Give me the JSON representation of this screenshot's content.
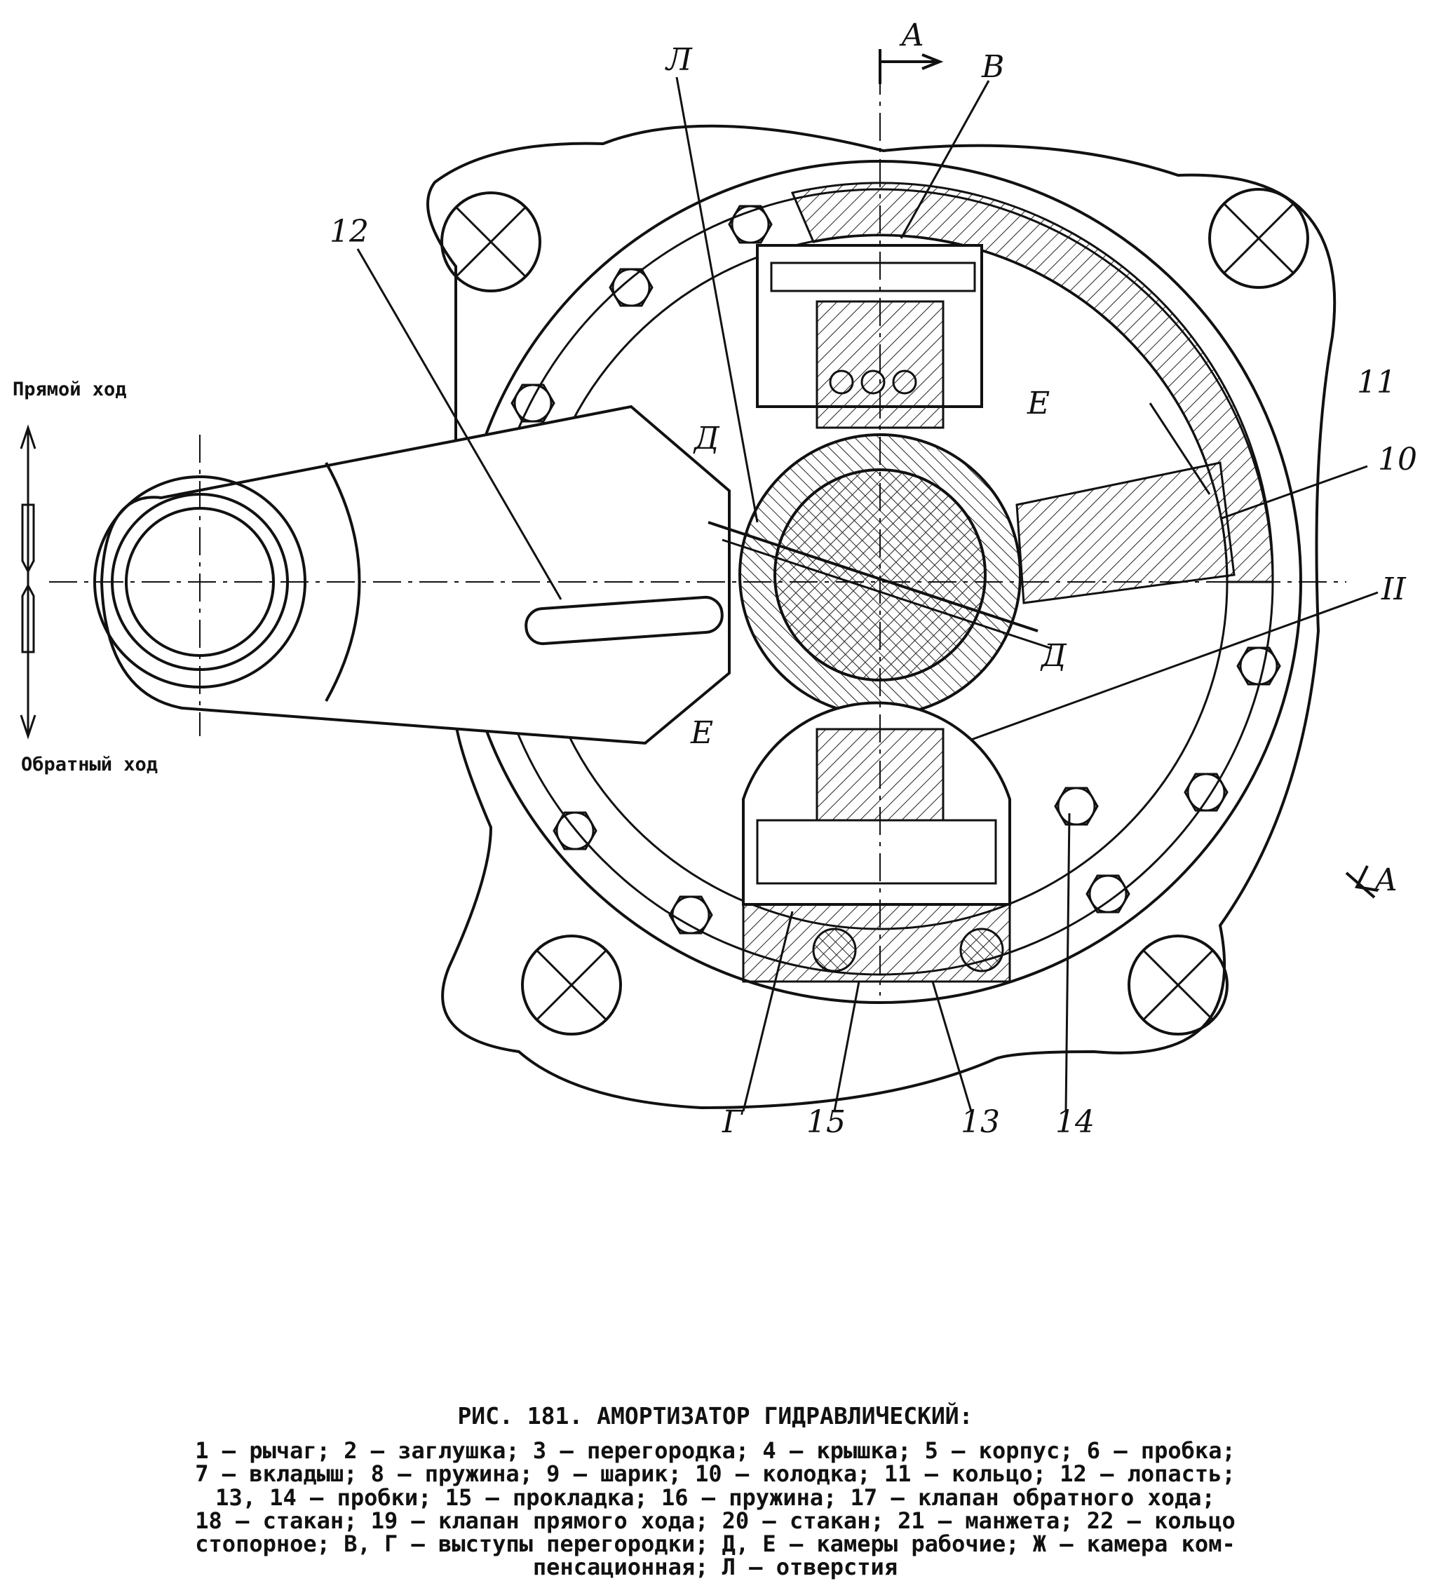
{
  "side_labels": {
    "forward": "Прямой ход",
    "reverse": "Обратный ход"
  },
  "callouts": [
    "А",
    "Л",
    "В",
    "12",
    "11",
    "10",
    "II",
    "Д",
    "Е",
    "Е",
    "Д",
    "А",
    "Г",
    "15",
    "13",
    "14"
  ],
  "caption": {
    "title": "РИС. 181. АМОРТИЗАТОР ГИДРАВЛИЧЕСКИЙ:",
    "lines": [
      "1 – рычаг; 2 – заглушка; 3 – перегородка; 4 – крышка; 5 – корпус; 6 – пробка;",
      "7 – вкладыш; 8 – пружина; 9 – шарик; 10 – колодка; 11 – кольцо; 12 – лопасть;",
      "13, 14 – пробки; 15 – прокладка; 16 – пружина; 17 – клапан обратного хода;",
      "18 – стакан; 19 – клапан прямого хода; 20 – стакан; 21 – манжета; 22 – кольцо",
      "стопорное; В, Г – выступы перегородки; Д, Е – камеры рабочие; Ж – камера ком-",
      "пенсационная; Л – отверстия"
    ]
  }
}
